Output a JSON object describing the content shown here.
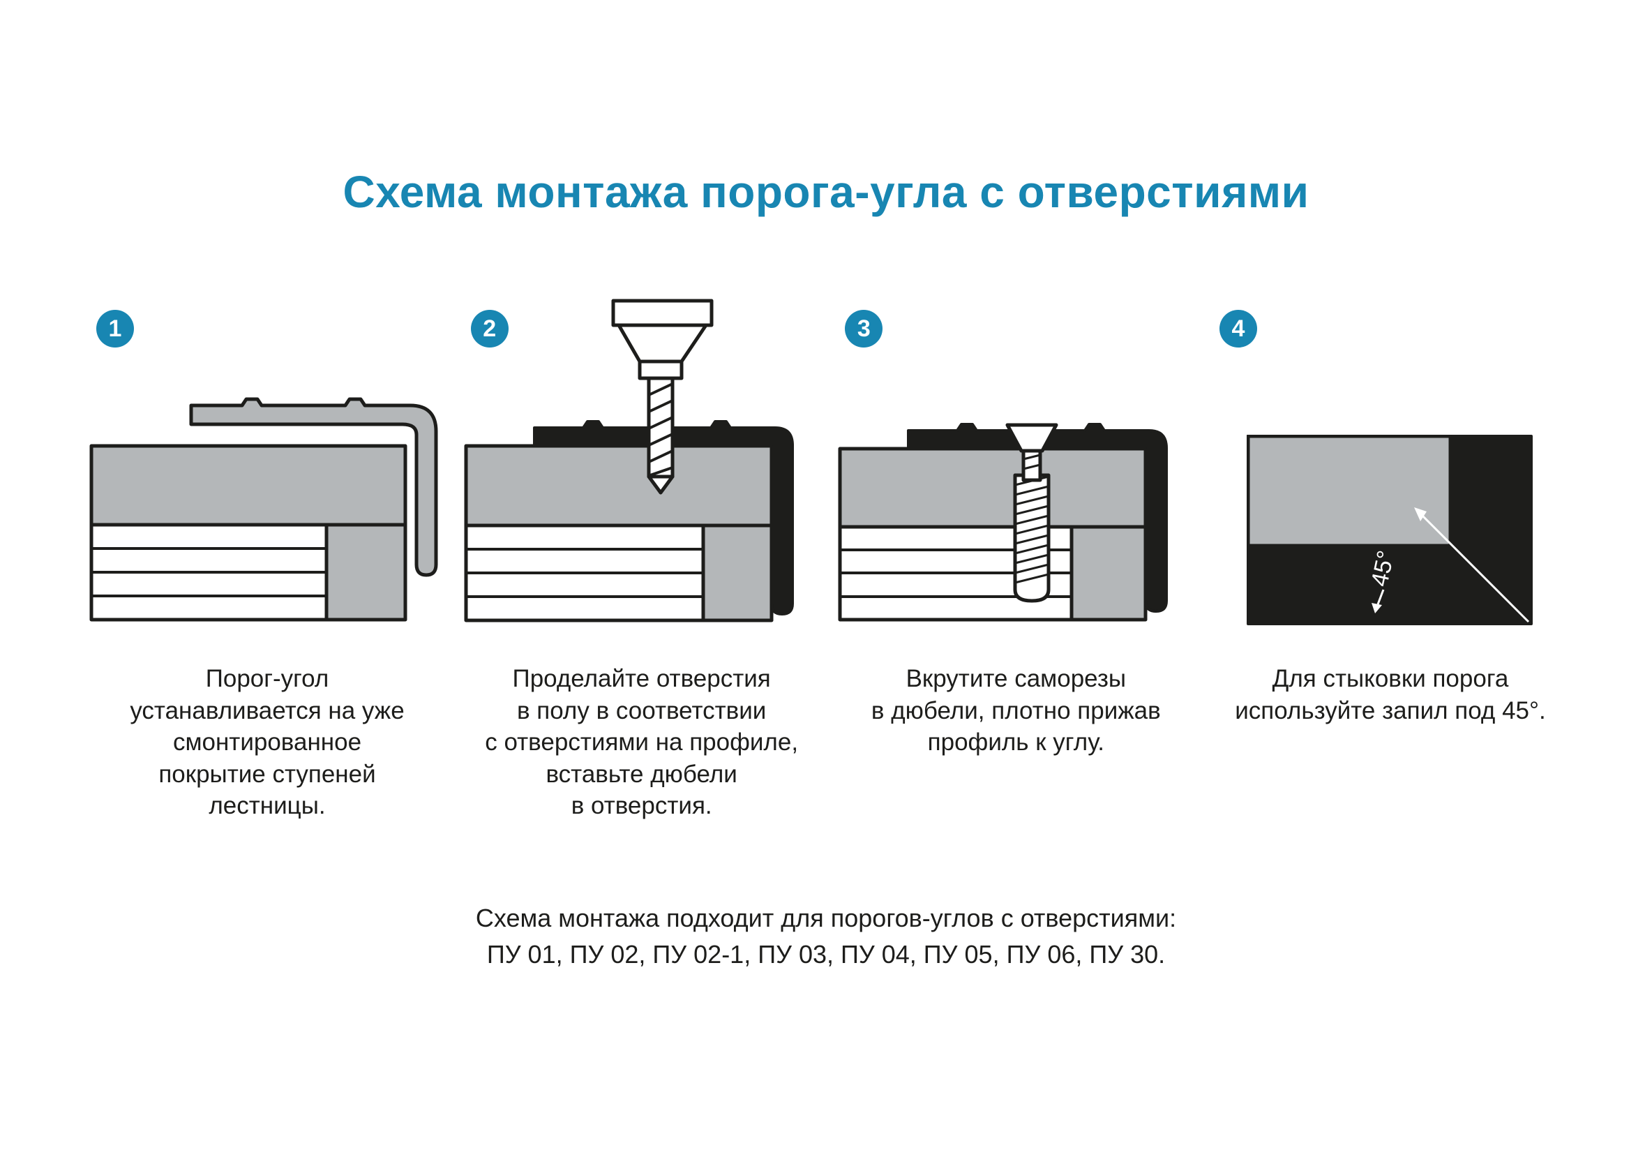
{
  "colors": {
    "accent": "#1886b2",
    "dark": "#1d1d1b",
    "gray": "#b4b7b9"
  },
  "page": {
    "title": "Схема монтажа порога-угла с отверстиями",
    "footer_line1": "Схема монтажа подходит для порогов-углов с отверстиями:",
    "footer_line2": "ПУ 01, ПУ 02, ПУ 02-1, ПУ 03, ПУ 04, ПУ 05, ПУ 06, ПУ 30."
  },
  "steps": [
    {
      "number": "1",
      "caption": "Порог-угол\nустанавливается на уже\nсмонтированное\nпокрытие ступеней\nлестницы."
    },
    {
      "number": "2",
      "caption": "Проделайте отверстия\nв полу в соответствии\nс отверстиями на профиле,\nвставьте дюбели\nв отверстия."
    },
    {
      "number": "3",
      "caption": "Вкрутите саморезы\nв дюбели, плотно прижав\nпрофиль к углу."
    },
    {
      "number": "4",
      "caption": "Для стыковки порога\nиспользуйте запил под 45°.",
      "angle_label": "45°"
    }
  ]
}
